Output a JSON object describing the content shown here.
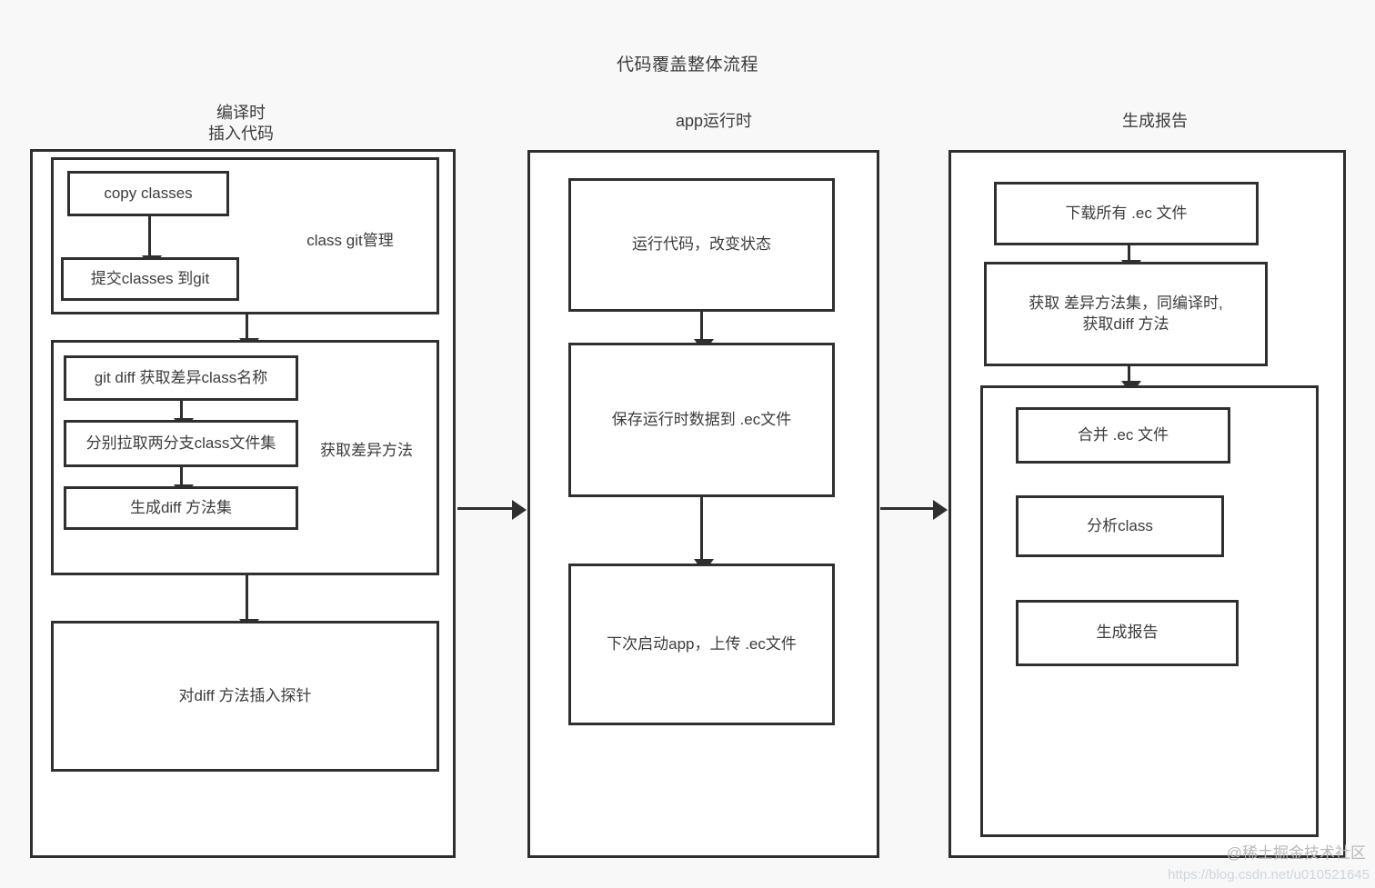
{
  "diagram": {
    "title": "代码覆盖整体流程",
    "background_color": "#f8f8f8",
    "line_color": "#2f2f2f",
    "text_color": "#3c3c3c"
  },
  "columns": [
    {
      "header": "编译时\n插入代码",
      "groups": [
        {
          "label": "class git管理",
          "nodes": [
            {
              "text": "copy classes"
            },
            {
              "text": "提交classes 到git"
            }
          ]
        },
        {
          "label": "获取差异方法",
          "nodes": [
            {
              "text": "git diff 获取差异class名称"
            },
            {
              "text": "分别拉取两分支class文件集"
            },
            {
              "text": "生成diff 方法集"
            }
          ]
        }
      ],
      "nodes": [
        {
          "text": "对diff 方法插入探针"
        }
      ]
    },
    {
      "header": "app运行时",
      "groups": [],
      "nodes": [
        {
          "text": "运行代码，改变状态"
        },
        {
          "text": "保存运行时数据到 .ec文件"
        },
        {
          "text": "下次启动app，上传 .ec文件"
        }
      ]
    },
    {
      "header": "生成报告",
      "groups": [
        {
          "label": "",
          "nodes": [
            {
              "text": "合并 .ec 文件"
            },
            {
              "text": "分析class"
            },
            {
              "text": "生成报告"
            }
          ]
        }
      ],
      "nodes": [
        {
          "text": "下载所有 .ec 文件"
        },
        {
          "text": "获取 差异方法集，同编译时,\n获取diff 方法"
        }
      ]
    }
  ],
  "watermark": {
    "brand": "@稀土掘金技术社区",
    "url": "https://blog.csdn.net/u010521645"
  }
}
